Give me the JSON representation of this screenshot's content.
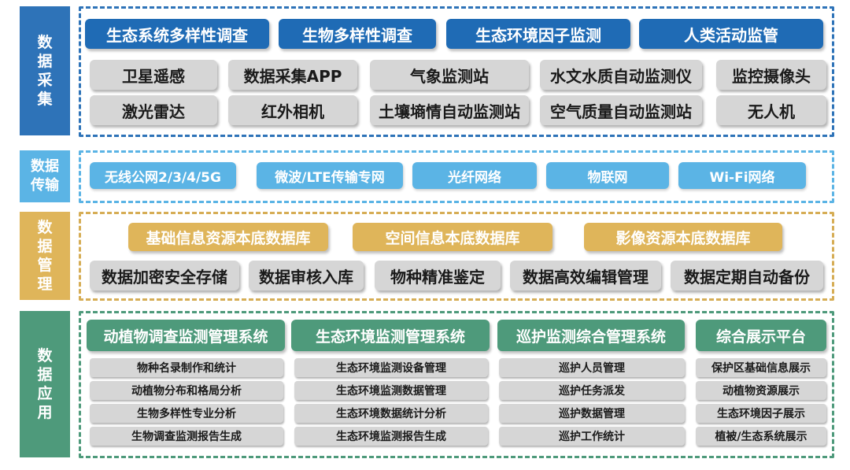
{
  "colors": {
    "collect": "#2e73b8",
    "transmit": "#5bb4e5",
    "manage": "#dfb55a",
    "apply": "#4e9a7b",
    "gray": "#d6d6d6"
  },
  "collect": {
    "label": [
      "数",
      "据",
      "采",
      "集"
    ],
    "headers": [
      "生态系统多样性调查",
      "生物多样性调查",
      "生态环境因子监测",
      "人类活动监管"
    ],
    "row1": [
      "卫星遥感",
      "数据采集APP",
      "气象监测站",
      "水文水质自动监测仪",
      "监控摄像头"
    ],
    "row2": [
      "激光雷达",
      "红外相机",
      "土壤墒情自动监测站",
      "空气质量自动监测站",
      "无人机"
    ]
  },
  "transmit": {
    "label": [
      "数据",
      "传输"
    ],
    "items": [
      "无线公网2/3/4/5G",
      "微波/LTE传输专网",
      "光纤网络",
      "物联网",
      "Wi-Fi网络"
    ]
  },
  "manage": {
    "label": [
      "数",
      "据",
      "管",
      "理"
    ],
    "headers": [
      "基础信息资源本底数据库",
      "空间信息本底数据库",
      "影像资源本底数据库"
    ],
    "items": [
      "数据加密安全存储",
      "数据审核入库",
      "物种精准鉴定",
      "数据高效编辑管理",
      "数据定期自动备份"
    ]
  },
  "apply": {
    "label": [
      "数",
      "据",
      "应",
      "用"
    ],
    "columns": [
      {
        "header": "动植物调查监测管理系统",
        "items": [
          "物种名录制作和统计",
          "动植物分布和格局分析",
          "生物多样性专业分析",
          "生物调查监测报告生成"
        ]
      },
      {
        "header": "生态环境监测管理系统",
        "items": [
          "生态环境监测设备管理",
          "生态环境监测数据管理",
          "生态环境数据统计分析",
          "生态环境监测报告生成"
        ]
      },
      {
        "header": "巡护监测综合管理系统",
        "items": [
          "巡护人员管理",
          "巡护任务派发",
          "巡护数据管理",
          "巡护工作统计"
        ]
      },
      {
        "header": "综合展示平台",
        "items": [
          "保护区基础信息展示",
          "动植物资源展示",
          "生态环境因子展示",
          "植被/生态系统展示"
        ]
      }
    ]
  }
}
